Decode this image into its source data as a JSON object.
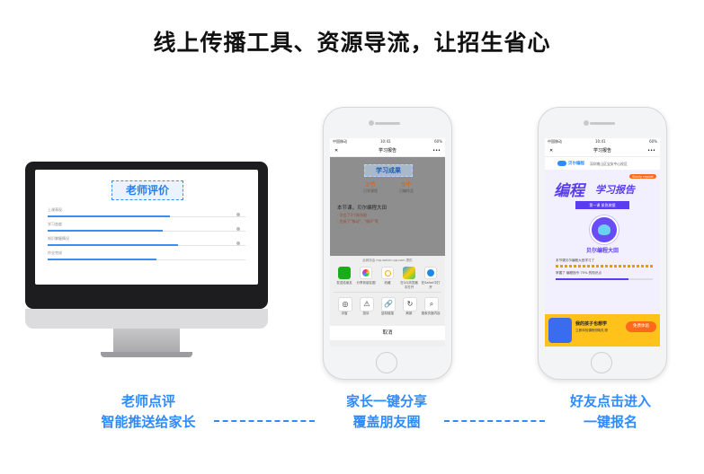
{
  "headline": "线上传播工具、资源导流，让招生省心",
  "monitor": {
    "title": "老师评价",
    "rows": [
      {
        "label": "上课表现",
        "fill": 0.62
      },
      {
        "label": "学习态度",
        "fill": 0.58
      },
      {
        "label": "知识掌握情况",
        "fill": 0.66
      },
      {
        "label": "作业完成",
        "fill": 0.55
      }
    ]
  },
  "phone2": {
    "status_left": "中国移动",
    "status_time": "10:41",
    "status_right": "60%",
    "nav_close": "✕",
    "nav_title": "学习报告",
    "nav_more": "•••",
    "banner": "学习成果",
    "stat1_value": "2节",
    "stat1_label": "已学课程",
    "stat2_value": "5个",
    "stat2_label": "已编作品",
    "text_title": "本节课，贝尔编程大田",
    "text_line1": "· 学会了3个新技能",
    "text_line2": "· 完成了\"移动\"、\"循环\"等",
    "share_source": "此网页由 mp.weixin.qq.com 提供",
    "share_row1": [
      "发送给朋友",
      "分享到朋友圈",
      "收藏",
      "在QQ浏览器中打开",
      "在Safari中打开"
    ],
    "share_row2": [
      "浮窗",
      "投诉",
      "复制链接",
      "刷新",
      "搜索页面内容"
    ],
    "cancel": "取消"
  },
  "phone3": {
    "status_left": "中国移动",
    "status_time": "10:41",
    "status_right": "60%",
    "nav_close": "✕",
    "nav_title": "学习报告",
    "nav_more": "•••",
    "brand": "贝尔编程",
    "campus": "深圳南山区宝安中心校区",
    "title_a": "编程",
    "title_b": "学习报告",
    "tag": "Study report",
    "subtitle": "第一课 紧急救援",
    "student": "贝尔编程大田",
    "line1": "本节课贝尔编程大田学习了",
    "line2": "掌握了 编程指令 75% 的知识点",
    "promo_title": "我的孩子也想学",
    "promo_sub": "立即体验课程领取礼物",
    "promo_btn": "免费体验"
  },
  "captions": {
    "c1_line1": "老师点评",
    "c1_line2": "智能推送给家长",
    "c2_line1": "家长一键分享",
    "c2_line2": "覆盖朋友圈",
    "c3_line1": "好友点击进入",
    "c3_line2": "一键报名"
  },
  "colors": {
    "accent_blue": "#2e8bff",
    "report_purple": "#5a3df0",
    "promo_yellow": "#ffc21a",
    "promo_orange": "#ff6a1a"
  }
}
